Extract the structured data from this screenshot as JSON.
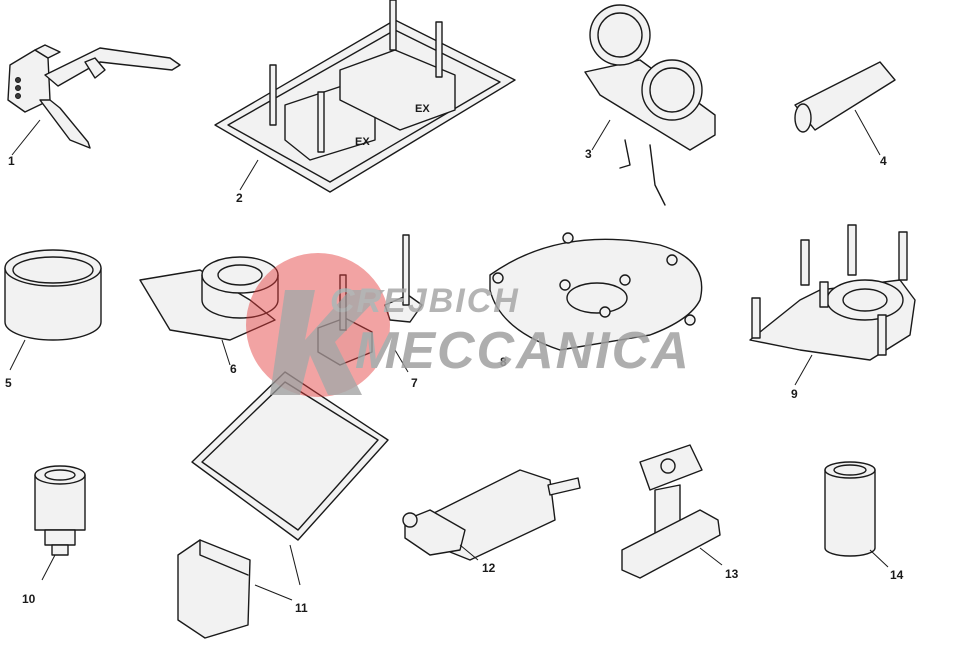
{
  "diagram": {
    "callouts": [
      "1",
      "2",
      "3",
      "4",
      "5",
      "6",
      "7",
      "8",
      "9",
      "10",
      "11",
      "12",
      "13",
      "14"
    ],
    "gauge_text": [
      "EX",
      "EX"
    ]
  },
  "watermark": {
    "line1": "CREJBICH",
    "line2": "MECCANICA",
    "color_red": "#e33b3b",
    "color_gray": "#a0a0a0"
  }
}
